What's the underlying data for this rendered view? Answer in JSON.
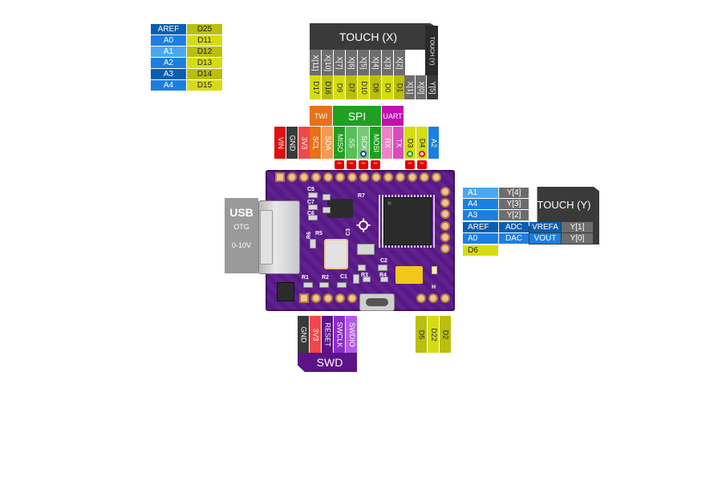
{
  "colors": {
    "blue_dark": "#0a5eb0",
    "blue": "#1c7fe0",
    "blue_light": "#4aa8f0",
    "yellow": "#d6dc12",
    "yellow_dark": "#b9bf0c",
    "gray": "#6d6d6d",
    "charcoal": "#3a3a3a",
    "red": "#e01010",
    "orange": "#e8701a",
    "green": "#1fa020",
    "magenta": "#c010b0",
    "pink": "#f080c8",
    "purple": "#5a1488",
    "board": "#5a1a8a"
  },
  "top_left_table": {
    "rows": [
      {
        "a": "AREF",
        "d": "D25"
      },
      {
        "a": "A0",
        "d": "D11"
      },
      {
        "a": "A1",
        "d": "D12"
      },
      {
        "a": "A2",
        "d": "D13"
      },
      {
        "a": "A3",
        "d": "D14"
      },
      {
        "a": "A4",
        "d": "D15"
      }
    ]
  },
  "touch_x": {
    "title": "TOUCH (X)",
    "side_label": "TOUCH (Y)",
    "x_labels": [
      "X[11]",
      "X[10]",
      "X[7]",
      "X[6]",
      "X[5]",
      "X[4]",
      "X[3]",
      "X[2]"
    ],
    "d_labels": [
      "D17",
      "D16",
      "D9",
      "D7",
      "D10",
      "D8",
      "D0",
      "D1"
    ],
    "x_right": [
      "X[1]",
      "X[0]",
      "Y[5]"
    ]
  },
  "header_groups": {
    "twi": "TWI",
    "spi": "SPI",
    "uart": "UART"
  },
  "top_pins": [
    "VIN",
    "GND",
    "3V3",
    "SCL",
    "SDA",
    "MISO",
    "SS",
    "SCK",
    "MOSI",
    "RX",
    "TX",
    "D3",
    "D4",
    "A2"
  ],
  "pwm_marker": "~",
  "usb": {
    "title": "USB",
    "otg": "OTG",
    "range": "0-10V"
  },
  "touch_y": {
    "title": "TOUCH (Y)",
    "rows": [
      {
        "pin": "A1",
        "y": "Y[4]"
      },
      {
        "pin": "A4",
        "y": "Y[3]"
      },
      {
        "pin": "A3",
        "y": "Y[2]"
      },
      {
        "pin": "AREF",
        "f1": "ADC",
        "f2": "VREFA",
        "y": "Y[1]"
      },
      {
        "pin": "A0",
        "f1": "DAC",
        "f2": "VOUT",
        "y": "Y[0]"
      },
      {
        "pin": "D6"
      }
    ]
  },
  "swd": {
    "title": "SWD",
    "pins": [
      "GND",
      "3V3",
      "RESET",
      "SWCLK",
      "SWDIO"
    ]
  },
  "bottom_right_pins": [
    "D5",
    "D22",
    "D2"
  ],
  "silkscreen": [
    "C5",
    "R7",
    "C7",
    "C6",
    "R6",
    "R5",
    "C3",
    "C2",
    "R1",
    "R2",
    "C1",
    "R3",
    "R4",
    "H"
  ]
}
